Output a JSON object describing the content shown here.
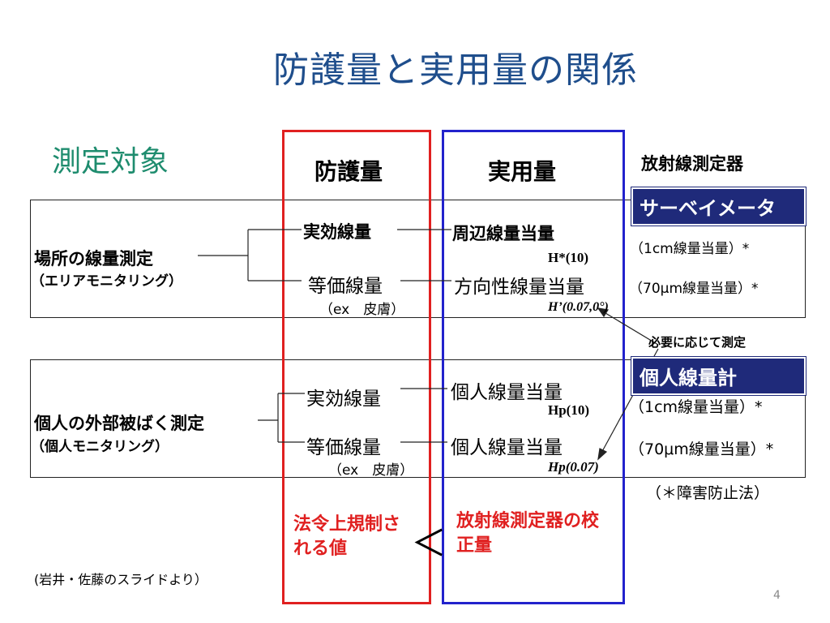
{
  "title": "防護量と実用量の関係",
  "subject": "測定対象",
  "columns": {
    "protection": "防護量",
    "operational": "実用量",
    "instruments": "放射線測定器"
  },
  "area": {
    "label": "場所の線量測定",
    "sublabel": "（エリアモニタリング）",
    "effective": "実効線量",
    "equivalent": "等価線量",
    "equivalent_note": "（ex　皮膚）",
    "ambient": "周辺線量当量",
    "ambient_symbol": "H*(10)",
    "directional": "方向性線量当量",
    "directional_symbol": "H’(0.07,0°)",
    "instrument_badge": "サーベイメータ",
    "instrument_1": "（1cm線量当量）*",
    "instrument_2": "（70μm線量当量）*"
  },
  "as_needed": "必要に応じて測定",
  "personal": {
    "label": "個人の外部被ばく測定",
    "sublabel": "（個人モニタリング）",
    "effective": "実効線量",
    "equivalent": "等価線量",
    "equivalent_note": "（ex　皮膚）",
    "pdose_1": "個人線量当量",
    "pdose_1_symbol": "Hp(10)",
    "pdose_2": "個人線量当量",
    "pdose_2_symbol": "Hp(0.07)",
    "instrument_badge": "個人線量計",
    "instrument_1": "（1cm線量当量）*",
    "instrument_2": "（70μm線量当量）*"
  },
  "law_note": "（＊障害防止法）",
  "regulation": "法令上規制される値",
  "comparison": "＜",
  "calibration": "放射線測定器の校正量",
  "source": "(岩井・佐藤のスライドより）",
  "page_number": "4",
  "colors": {
    "title": "#1f4e8c",
    "subject": "#1e8c6e",
    "protection_border": "#e02020",
    "operational_border": "#2222cc",
    "badge": "#1f2a7a",
    "emphasis": "#e02020"
  }
}
